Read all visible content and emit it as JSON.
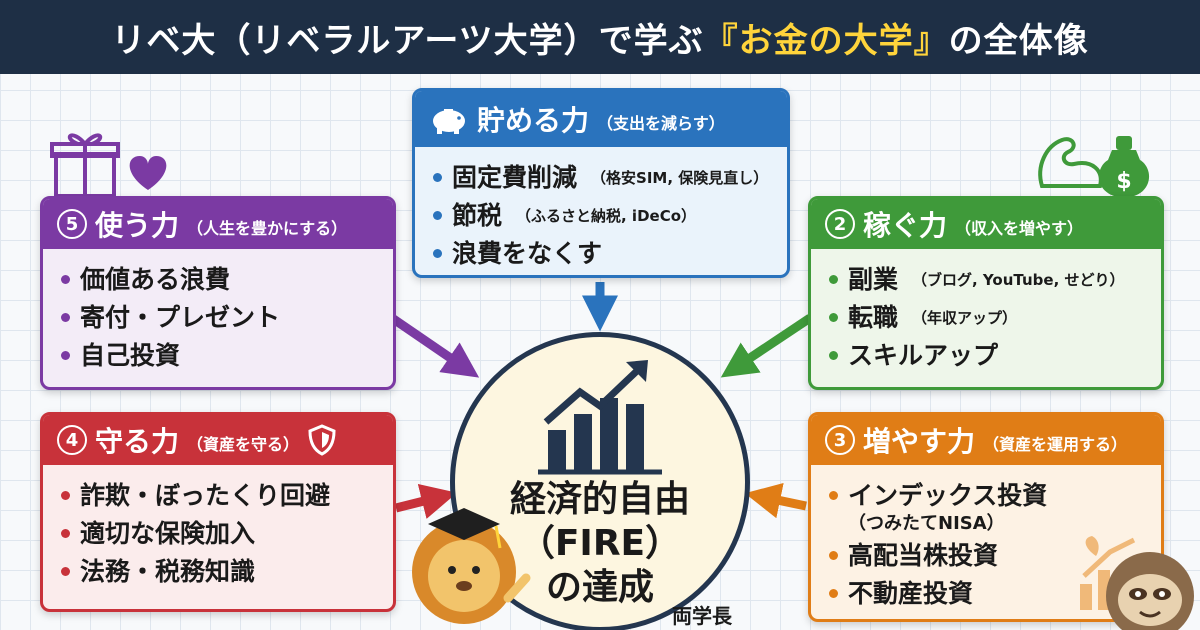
{
  "title": {
    "pre": "リベ大（リベラルアーツ大学）で学ぶ",
    "bracket_open": "『",
    "highlight": "お金の大学",
    "bracket_close": "』",
    "post": "の全体像"
  },
  "center": {
    "line1": "経済的自由",
    "line2": "（FIRE）",
    "line3": "の達成"
  },
  "credit": "両学長",
  "cards": {
    "save": {
      "title": "貯める力",
      "subtitle": "（支出を減らす）",
      "items": [
        {
          "main": "固定費削減",
          "sub": "（格安SIM, 保険見直し）"
        },
        {
          "main": "節税",
          "sub": "（ふるさと納税, iDeCo）"
        },
        {
          "main": "浪費をなくす",
          "sub": ""
        }
      ]
    },
    "use": {
      "number": "5",
      "title": "使う力",
      "subtitle": "（人生を豊かにする）",
      "items": [
        {
          "main": "価値ある浪費"
        },
        {
          "main": "寄付・プレゼント"
        },
        {
          "main": "自己投資"
        }
      ]
    },
    "earn": {
      "number": "2",
      "title": "稼ぐ力",
      "subtitle": "（収入を増やす）",
      "items": [
        {
          "main": "副業",
          "sub": "（ブログ, YouTube, せどり）"
        },
        {
          "main": "転職",
          "sub": "（年収アップ）"
        },
        {
          "main": "スキルアップ",
          "sub": ""
        }
      ]
    },
    "protect": {
      "number": "4",
      "title": "守る力",
      "subtitle": "（資産を守る）",
      "items": [
        {
          "main": "詐欺・ぼったくり回避"
        },
        {
          "main": "適切な保険加入"
        },
        {
          "main": "法務・税務知識"
        }
      ]
    },
    "grow": {
      "number": "3",
      "title": "増やす力",
      "subtitle": "（資産を運用する）",
      "items": [
        {
          "main": "インデックス投資",
          "sub": "（つみたてNISA）"
        },
        {
          "main": "高配当株投資",
          "sub": ""
        },
        {
          "main": "不動産投資",
          "sub": ""
        }
      ]
    }
  },
  "colors": {
    "header_bg": "#1e2f45",
    "title_highlight": "#ffd43b",
    "save": "#2a73bd",
    "use": "#7b3aa3",
    "earn": "#3f9a3a",
    "protect": "#c8323a",
    "grow": "#e07d16"
  },
  "icons": [
    "piggy-bank-icon",
    "gift-icon",
    "heart-icon",
    "muscle-arm-icon",
    "money-bag-icon",
    "shield-icon",
    "bar-chart-icon",
    "plant-growth-icon",
    "lion-mascot",
    "sloth-mascot"
  ]
}
